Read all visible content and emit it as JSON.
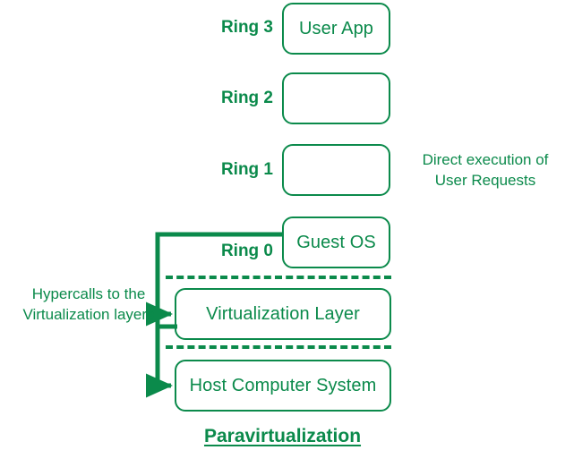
{
  "diagram": {
    "title": "Paravirtualization",
    "accent_color": "#0b8a4b",
    "background_color": "#ffffff",
    "rings": [
      {
        "label": "Ring 3",
        "box_text": "User App"
      },
      {
        "label": "Ring 2",
        "box_text": ""
      },
      {
        "label": "Ring 1",
        "box_text": ""
      },
      {
        "label": "Ring 0",
        "box_text": "Guest OS"
      }
    ],
    "layers": [
      {
        "box_text": "Virtualization Layer"
      },
      {
        "box_text": "Host Computer System"
      }
    ],
    "annotations": {
      "right": "Direct execution of\nUser Requests",
      "left": "Hypercalls to the\nVirtualization layers"
    }
  }
}
